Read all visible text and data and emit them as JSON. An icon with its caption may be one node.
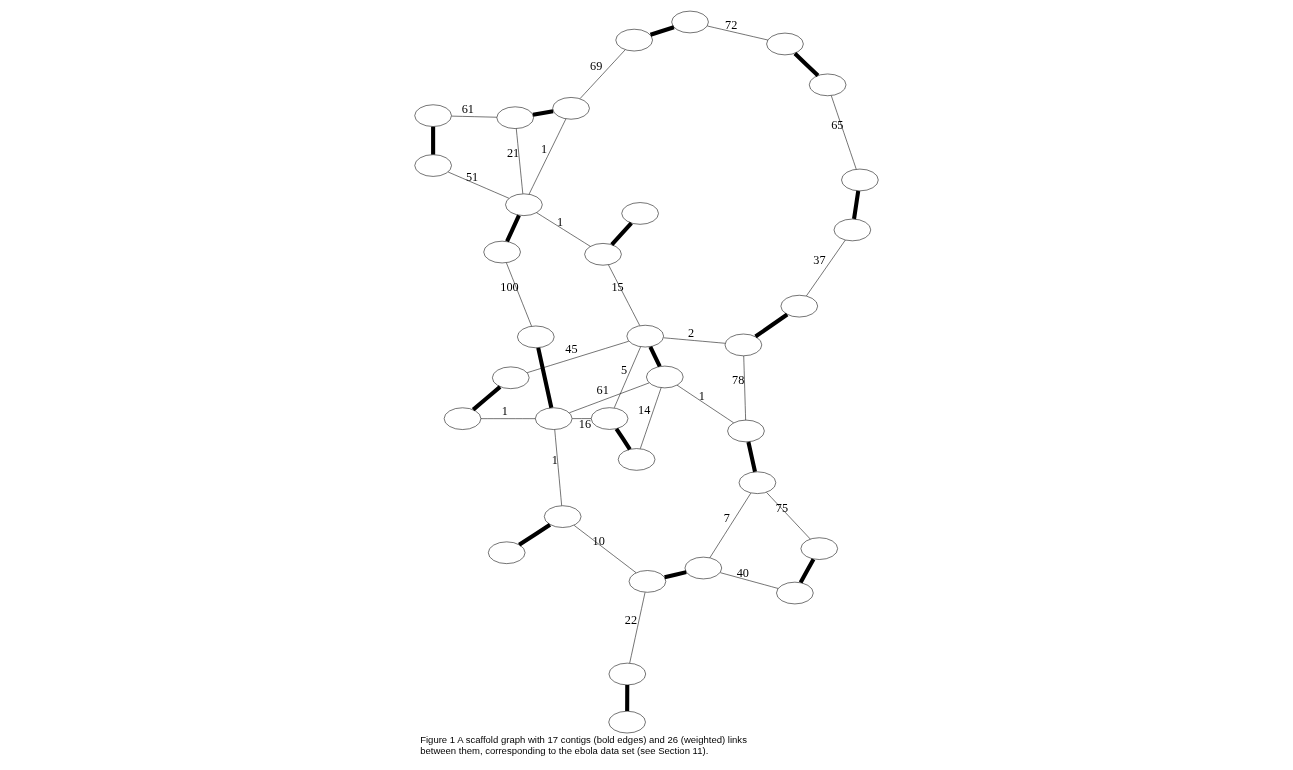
{
  "diagram": {
    "caption": "Figure 1 A scaffold graph with 17 contigs (bold edges) and 26 (weighted) links between them, corresponding to the ebola data set (see Section 11).",
    "nodes": [
      {
        "text": [],
        "shape": "ellipse"
      },
      {
        "text": [],
        "shape": "ellipse"
      },
      {
        "text": [],
        "shape": "ellipse"
      },
      {
        "text": [],
        "shape": "ellipse"
      },
      {
        "text": [],
        "shape": "ellipse"
      },
      {
        "text": [],
        "shape": "ellipse"
      },
      {
        "text": [],
        "shape": "ellipse"
      },
      {
        "text": [],
        "shape": "ellipse"
      },
      {
        "text": [],
        "shape": "ellipse"
      },
      {
        "text": [],
        "shape": "ellipse"
      },
      {
        "text": [],
        "shape": "ellipse"
      },
      {
        "text": [],
        "shape": "ellipse"
      },
      {
        "text": [],
        "shape": "ellipse"
      },
      {
        "text": [],
        "shape": "ellipse"
      },
      {
        "text": [],
        "shape": "ellipse"
      },
      {
        "text": [],
        "shape": "ellipse"
      },
      {
        "text": [],
        "shape": "ellipse"
      },
      {
        "text": [],
        "shape": "ellipse"
      },
      {
        "text": [],
        "shape": "ellipse"
      },
      {
        "text": [],
        "shape": "ellipse"
      },
      {
        "text": [],
        "shape": "ellipse"
      },
      {
        "text": [],
        "shape": "ellipse"
      },
      {
        "text": [],
        "shape": "ellipse"
      },
      {
        "text": [],
        "shape": "ellipse"
      },
      {
        "text": [],
        "shape": "ellipse"
      },
      {
        "text": [],
        "shape": "ellipse"
      },
      {
        "text": [],
        "shape": "ellipse"
      },
      {
        "text": [],
        "shape": "ellipse"
      },
      {
        "text": [],
        "shape": "ellipse"
      },
      {
        "text": [],
        "shape": "ellipse"
      },
      {
        "text": [],
        "shape": "ellipse"
      },
      {
        "text": [],
        "shape": "ellipse"
      },
      {
        "text": [],
        "shape": "ellipse"
      },
      {
        "text": [],
        "shape": "ellipse"
      }
    ],
    "edges": [
      {
        "from": 3,
        "to": 1,
        "arrow": "none",
        "style": "thick"
      },
      {
        "from": 0,
        "to": 2,
        "arrow": "none",
        "style": "thick"
      },
      {
        "from": 4,
        "to": 7,
        "arrow": "none",
        "style": "thick"
      },
      {
        "from": 11,
        "to": 16,
        "arrow": "none",
        "style": "thick"
      },
      {
        "from": 23,
        "to": 24,
        "arrow": "none",
        "style": "thick"
      },
      {
        "from": 19,
        "to": 26,
        "arrow": "none",
        "style": "thick"
      },
      {
        "from": 31,
        "to": 32,
        "arrow": "none",
        "style": "thick"
      },
      {
        "from": 28,
        "to": 21,
        "arrow": "none",
        "style": "thick"
      },
      {
        "from": 22,
        "to": 20,
        "arrow": "none",
        "style": "thick"
      },
      {
        "from": 14,
        "to": 15,
        "arrow": "none",
        "style": "thick"
      },
      {
        "from": 18,
        "to": 13,
        "arrow": "none",
        "style": "thick"
      },
      {
        "from": 6,
        "to": 5,
        "arrow": "none",
        "style": "thick"
      },
      {
        "from": 8,
        "to": 12,
        "arrow": "none",
        "style": "thick"
      },
      {
        "from": 9,
        "to": 10,
        "arrow": "none",
        "style": "thick"
      },
      {
        "from": 17,
        "to": 25,
        "arrow": "none",
        "style": "thick"
      },
      {
        "from": 27,
        "to": 30,
        "arrow": "none",
        "style": "thick"
      },
      {
        "from": 29,
        "to": 33,
        "arrow": "none",
        "style": "thick"
      },
      {
        "from": 5,
        "to": 3,
        "arrow": "none",
        "label": "37"
      },
      {
        "from": 1,
        "to": 0,
        "arrow": "none",
        "label": "65"
      },
      {
        "from": 2,
        "to": 4,
        "arrow": "none",
        "label": "72"
      },
      {
        "from": 7,
        "to": 11,
        "arrow": "none",
        "label": "69"
      },
      {
        "from": 16,
        "to": 23,
        "arrow": "none",
        "label": "61"
      },
      {
        "from": 24,
        "to": 19,
        "arrow": "none",
        "label": "51"
      },
      {
        "from": 19,
        "to": 16,
        "arrow": "none",
        "label": "21"
      },
      {
        "from": 19,
        "to": 11,
        "arrow": "none",
        "label": "1"
      },
      {
        "from": 26,
        "to": 31,
        "arrow": "none",
        "label": "100"
      },
      {
        "from": 32,
        "to": 28,
        "arrow": "none",
        "label": "1"
      },
      {
        "from": 32,
        "to": 22,
        "arrow": "none",
        "label": "16"
      },
      {
        "from": 20,
        "to": 14,
        "arrow": "none",
        "label": "14"
      },
      {
        "from": 15,
        "to": 22,
        "arrow": "none",
        "label": "5"
      },
      {
        "from": 15,
        "to": 21,
        "arrow": "none",
        "label": "45"
      },
      {
        "from": 15,
        "to": 18,
        "arrow": "none",
        "label": "15"
      },
      {
        "from": 18,
        "to": 19,
        "arrow": "none",
        "label": "1"
      },
      {
        "from": 14,
        "to": 32,
        "arrow": "none",
        "label": "61"
      },
      {
        "from": 14,
        "to": 8,
        "arrow": "none",
        "label": "1"
      },
      {
        "from": 8,
        "to": 6,
        "arrow": "none",
        "label": "78"
      },
      {
        "from": 6,
        "to": 15,
        "arrow": "none",
        "label": "2"
      },
      {
        "from": 12,
        "to": 9,
        "arrow": "none",
        "label": "75"
      },
      {
        "from": 10,
        "to": 17,
        "arrow": "none",
        "label": "40"
      },
      {
        "from": 12,
        "to": 17,
        "arrow": "none",
        "label": "7"
      },
      {
        "from": 25,
        "to": 27,
        "arrow": "none",
        "label": "22"
      },
      {
        "from": 25,
        "to": 29,
        "arrow": "none",
        "label": "10"
      },
      {
        "from": 29,
        "to": 32,
        "arrow": "none",
        "label": "1"
      }
    ]
  }
}
